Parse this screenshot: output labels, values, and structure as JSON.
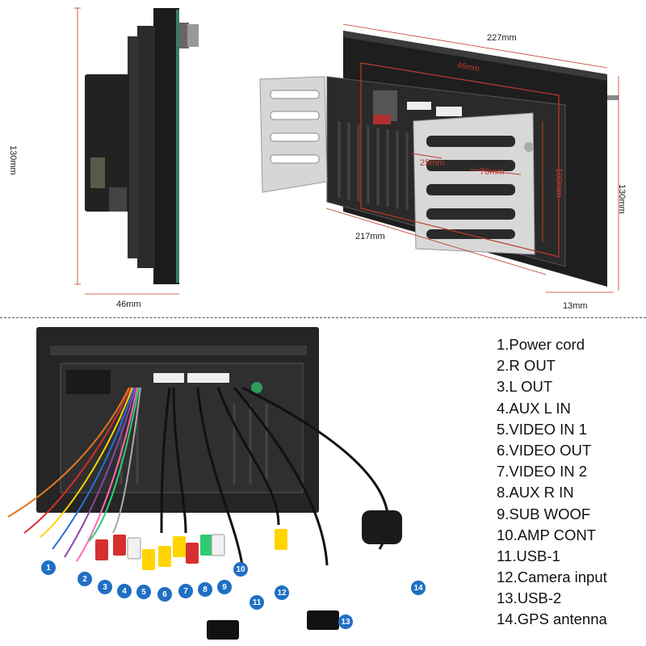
{
  "dimensions": {
    "side_height": "130mm",
    "side_depth": "46mm",
    "rear_width_top": "227mm",
    "rear_width_bottom": "217mm",
    "rear_height": "130mm",
    "rear_offset": "13mm",
    "cage_depth_inner": "25mm",
    "cage_width_inner": "70mm",
    "cage_height_inner": "100mm",
    "chassis_depth_top": "46mm"
  },
  "legend": [
    "1.Power cord",
    "2.R OUT",
    "3.L OUT",
    "4.AUX L IN",
    "5.VIDEO IN 1",
    "6.VIDEO OUT",
    "7.VIDEO IN 2",
    "8.AUX R IN",
    "9.SUB WOOF",
    "10.AMP CONT",
    "11.USB-1",
    "12.Camera input",
    "13.USB-2",
    "14.GPS antenna"
  ],
  "callouts": [
    "1",
    "2",
    "3",
    "4",
    "5",
    "6",
    "7",
    "8",
    "9",
    "10",
    "11",
    "12",
    "13",
    "14"
  ],
  "colors": {
    "callout": "#1f6fc4",
    "measure_line": "#c0392b",
    "chassis": "#2a2a2a",
    "bracket": "#d8d8d8"
  }
}
